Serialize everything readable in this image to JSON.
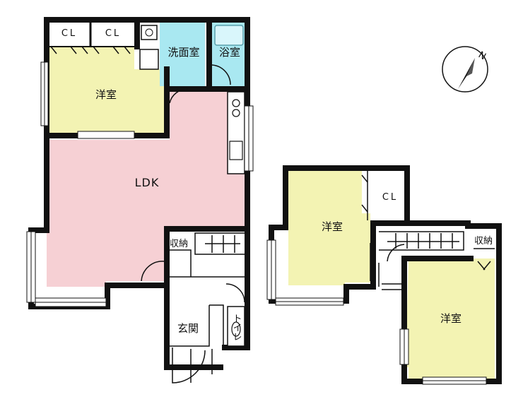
{
  "plan": {
    "rooms": {
      "cl_left": "CL",
      "cl_right": "CL",
      "washroom": "洗面室",
      "bathroom": "浴室",
      "western_room_1": "洋室",
      "ldk": "LDK",
      "storage_1": "収納",
      "entrance": "玄関",
      "toilet": "トイレ",
      "western_room_2": "洋室",
      "cl_upper": "CL",
      "storage_2": "収納",
      "western_room_3": "洋室"
    },
    "compass": {
      "north_label": "N"
    },
    "colors": {
      "western_room": "#f3f3b3",
      "ldk": "#f6d0d4",
      "wet_area": "#a9e8f1",
      "wall": "#111111",
      "background": "#ffffff"
    }
  }
}
